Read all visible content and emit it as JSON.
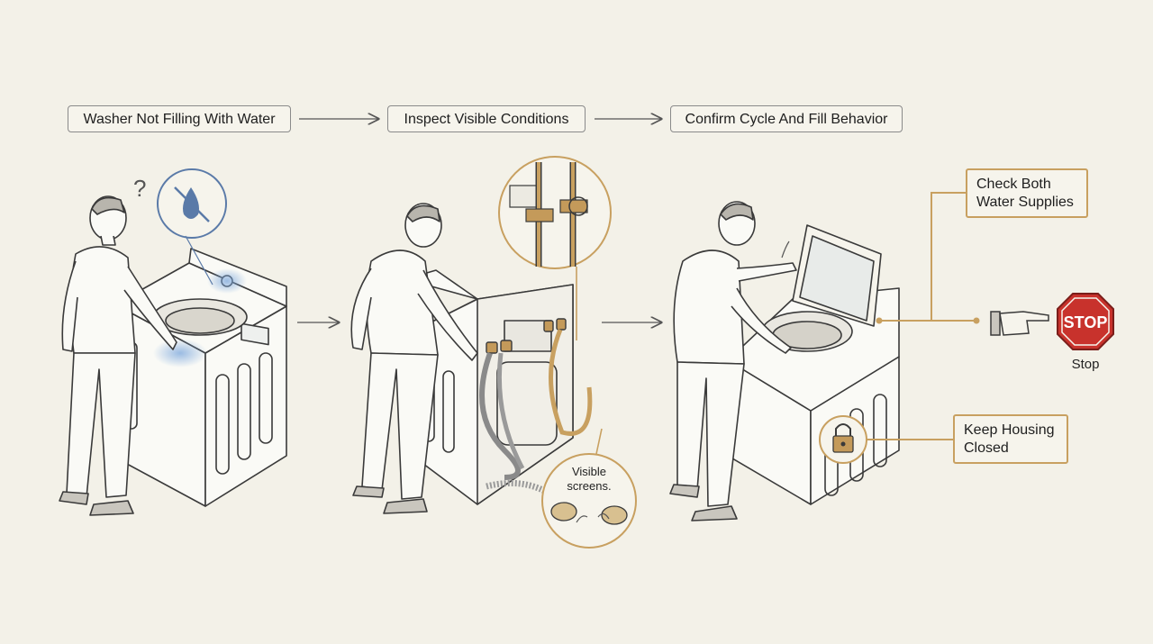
{
  "steps": [
    {
      "label": "Washer Not Filling With Water"
    },
    {
      "label": "Inspect Visible Conditions"
    },
    {
      "label": "Confirm Cycle And Fill Behavior"
    }
  ],
  "callouts": {
    "check_supplies": "Check Both\nWater Supplies",
    "keep_closed": "Keep Housing\nClosed",
    "visible_screens": "Visible\nscreens.",
    "stop_sign": "STOP",
    "stop_caption": "Stop",
    "question_mark": "?"
  },
  "colors": {
    "background": "#f3f1e8",
    "line": "#3a3a3a",
    "accent": "#c8a060",
    "stop_red": "#c8322c",
    "glow_blue": "#7aa6dc"
  }
}
